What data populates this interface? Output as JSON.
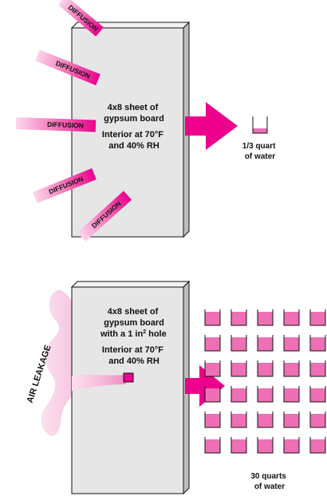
{
  "colors": {
    "magenta": "#ec008c",
    "magenta_light": "#f5b5d8",
    "board_fill": "#e6e6e6",
    "board_side": "#bdbdbd",
    "outline": "#111111",
    "water": "#ee6fb4"
  },
  "top_panel": {
    "board_lines": [
      "4x8 sheet of",
      "gypsum board"
    ],
    "condition_lines": [
      "Interior at 70°F",
      "and 40% RH"
    ],
    "diffusion_label": "DIFFUSION",
    "result_lines": [
      "1/3 quart",
      "of water"
    ]
  },
  "bottom_panel": {
    "board_lines": [
      "4x8 sheet of",
      "gypsum board",
      "with a 1 in",
      "hole"
    ],
    "superscript": "2",
    "condition_lines": [
      "Interior at 70°F",
      "and 40% RH"
    ],
    "leakage_label": "AIR LEAKAGE",
    "result_lines": [
      "30 quarts",
      "of water"
    ],
    "container_count": 30
  }
}
